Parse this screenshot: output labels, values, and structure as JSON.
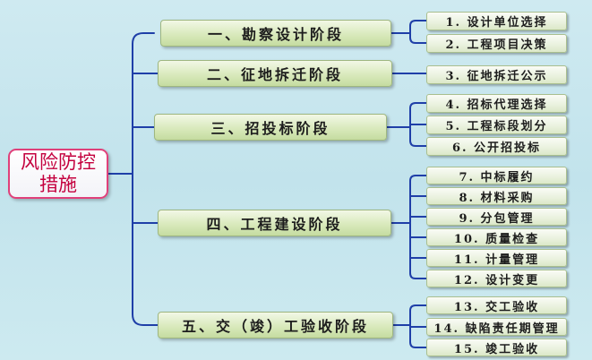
{
  "root": {
    "line1": "风险防控",
    "line2": "措施"
  },
  "stages": [
    {
      "id": "s1",
      "label": "一、勘察设计阶段",
      "items": [
        "1. 设计单位选择",
        "2. 工程项目决策"
      ]
    },
    {
      "id": "s2",
      "label": "二、征地拆迁阶段",
      "items": [
        "3. 征地拆迁公示"
      ]
    },
    {
      "id": "s3",
      "label": "三、招投标阶段",
      "items": [
        "4. 招标代理选择",
        "5. 工程标段划分",
        "6. 公开招投标"
      ]
    },
    {
      "id": "s4",
      "label": "四、工程建设阶段",
      "items": [
        "7. 中标履约",
        "8. 材料采购",
        "9. 分包管理",
        "10. 质量检查",
        "11. 计量管理",
        "12. 设计变更"
      ]
    },
    {
      "id": "s5",
      "label": "五、交（竣）工验收阶段",
      "items": [
        "13. 交工验收",
        "14. 缺陷责任期管理",
        "15. 竣工验收"
      ]
    }
  ],
  "colors": {
    "connector": "#1f3fa8",
    "root_border": "#e0407a",
    "root_text": "#c4003e",
    "stage_fill": "#d9e9bc"
  }
}
